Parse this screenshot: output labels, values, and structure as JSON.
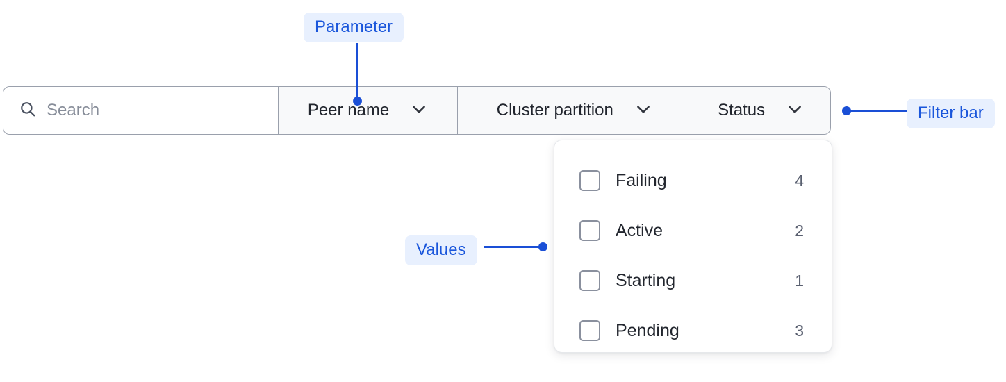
{
  "filter_bar": {
    "search": {
      "icon": "search-icon",
      "placeholder": "Search",
      "value": ""
    },
    "dropdowns": [
      {
        "label": "Peer name",
        "icon": "chevron-down-icon"
      },
      {
        "label": "Cluster partition",
        "icon": "chevron-down-icon"
      },
      {
        "label": "Status",
        "icon": "chevron-down-icon"
      }
    ]
  },
  "dropdown_panel": {
    "options": [
      {
        "label": "Failing",
        "count": "4",
        "checked": false
      },
      {
        "label": "Active",
        "count": "2",
        "checked": false
      },
      {
        "label": "Starting",
        "count": "1",
        "checked": false
      },
      {
        "label": "Pending",
        "count": "3",
        "checked": false
      }
    ]
  },
  "annotations": [
    {
      "label": "Parameter",
      "target": "peer-name-dropdown"
    },
    {
      "label": "Filter bar",
      "target": "filter-bar"
    },
    {
      "label": "Values",
      "target": "dropdown-panel"
    }
  ],
  "colors": {
    "annotation_text": "#1a4fd6",
    "annotation_chip_bg": "#e8f0fe",
    "bar_border": "#9aa0ac",
    "segment_bg": "#f8f9fa",
    "panel_bg": "#ffffff",
    "text_primary": "#22262e",
    "text_muted": "#5a6070",
    "placeholder": "#878d99"
  }
}
